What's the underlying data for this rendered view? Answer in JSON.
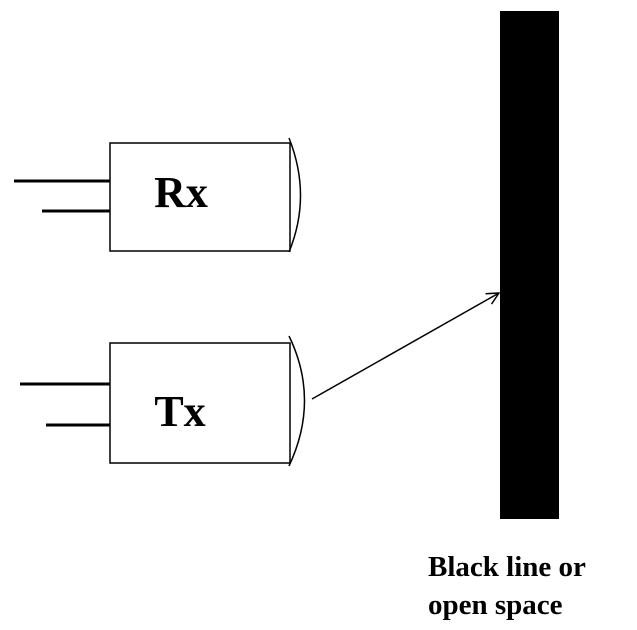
{
  "components": {
    "receiver": {
      "label": "Rx"
    },
    "transmitter": {
      "label": "Tx"
    }
  },
  "target": {
    "caption_line1": "Black line or",
    "caption_line2": "open space"
  },
  "colors": {
    "ink": "#000000",
    "background": "#ffffff",
    "target_fill": "#000000"
  }
}
